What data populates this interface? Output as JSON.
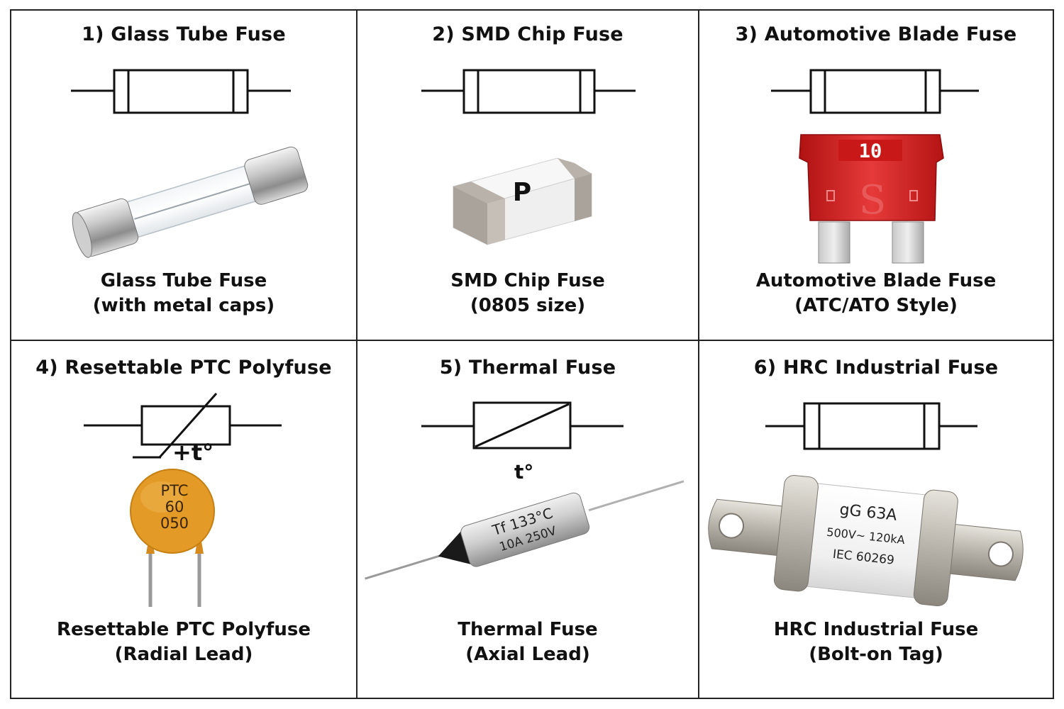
{
  "panels": [
    {
      "title": "1) Glass Tube Fuse",
      "caption": [
        "Glass Tube Fuse",
        "(with metal caps)"
      ]
    },
    {
      "title": "2) SMD Chip Fuse",
      "caption": [
        "SMD Chip Fuse",
        "(0805 size)"
      ],
      "marking": "P"
    },
    {
      "title": "3) Automotive Blade Fuse",
      "caption": [
        "Automotive Blade Fuse",
        "(ATC/ATO Style)"
      ],
      "rating": "10",
      "body_letter": "S"
    },
    {
      "title": "4) Resettable PTC Polyfuse",
      "caption": [
        "Resettable PTC Polyfuse",
        "(Radial Lead)"
      ],
      "symbol_minus": "−",
      "symbol_temp": "+t°",
      "marking": [
        "PTC",
        "60",
        "050"
      ]
    },
    {
      "title": "5) Thermal Fuse",
      "caption": [
        "Thermal Fuse",
        "(Axial Lead)"
      ],
      "symbol_temp": "t°",
      "marking": [
        "Tf 133°C",
        "10A 250V"
      ]
    },
    {
      "title": "6) HRC Industrial Fuse",
      "caption": [
        "HRC Industrial Fuse",
        "(Bolt-on Tag)"
      ],
      "marking": [
        "gG 63A",
        "500V~ 120kA",
        "IEC 60269"
      ]
    }
  ],
  "colors": {
    "line": "#111111",
    "blade_red": "#d61f1f",
    "ptc_orange": "#e39a26",
    "metal": "#b9b9b9"
  }
}
